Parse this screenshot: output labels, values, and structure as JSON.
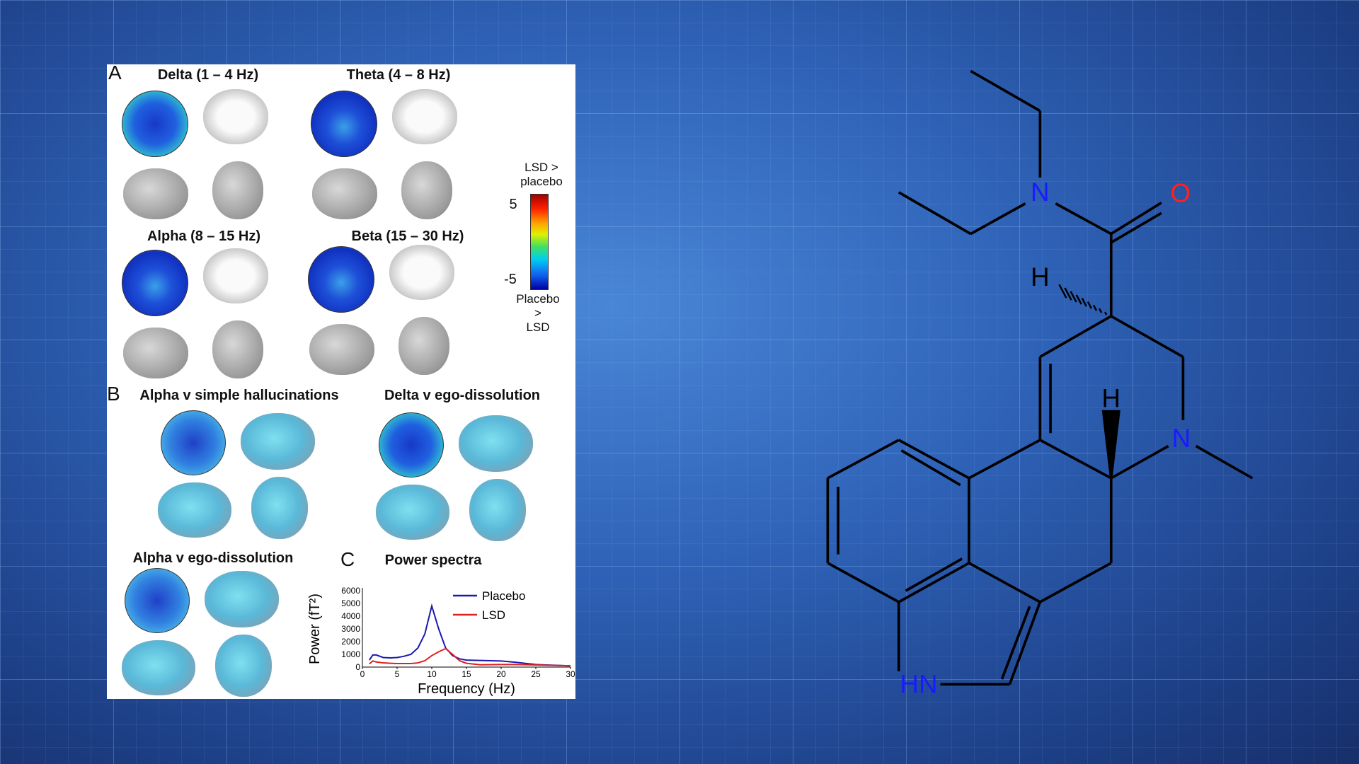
{
  "panel_a": {
    "letter": "A",
    "delta": "Delta (1 – 4 Hz)",
    "theta": "Theta (4 – 8 Hz)",
    "alpha": "Alpha (8 – 15 Hz)",
    "beta": "Beta (15 – 30 Hz)",
    "colorbar": {
      "top_label_1": "LSD >",
      "top_label_2": "placebo",
      "max": "5",
      "min": "-5",
      "bottom_label_1": "Placebo >",
      "bottom_label_2": "LSD",
      "colors": [
        "#a00000",
        "#ff2000",
        "#ffa000",
        "#e0f000",
        "#40e060",
        "#00d0f0",
        "#1060f0",
        "#0000a0"
      ]
    }
  },
  "panel_b": {
    "letter": "B",
    "alpha_simple": "Alpha v simple hallucinations",
    "delta_ego": "Delta v ego-dissolution",
    "alpha_ego": "Alpha v ego-dissolution"
  },
  "chart_data": {
    "type": "line",
    "title": "Power spectra",
    "panel_letter": "C",
    "xlabel": "Frequency (Hz)",
    "ylabel": "Power (fT²)",
    "xlim": [
      0,
      30
    ],
    "ylim": [
      0,
      6000
    ],
    "xticks": [
      0,
      5,
      10,
      15,
      20,
      25,
      30
    ],
    "yticks": [
      0,
      1000,
      2000,
      3000,
      4000,
      5000,
      6000
    ],
    "legend": "top-right",
    "x": [
      1,
      1.5,
      2,
      3,
      4,
      5,
      6,
      7,
      8,
      9,
      10,
      11,
      12,
      13,
      14,
      15,
      17,
      20,
      22,
      25,
      30
    ],
    "series": [
      {
        "name": "Placebo",
        "color": "#1a1ab0",
        "values": [
          550,
          950,
          950,
          750,
          720,
          750,
          850,
          1000,
          1500,
          2600,
          4800,
          3000,
          1500,
          900,
          650,
          550,
          520,
          480,
          380,
          200,
          100
        ]
      },
      {
        "name": "LSD",
        "color": "#e02020",
        "values": [
          250,
          480,
          400,
          330,
          300,
          280,
          280,
          280,
          330,
          500,
          900,
          1200,
          1450,
          1000,
          500,
          300,
          180,
          200,
          200,
          170,
          100
        ]
      }
    ]
  },
  "molecule": {
    "atoms": {
      "n_amide": "N",
      "o": "O",
      "h_top": "H",
      "h_mid": "H",
      "n_ring": "N",
      "hn": "HN"
    },
    "colors": {
      "bond": "#000000",
      "nitrogen": "#1a1aff",
      "oxygen": "#ff2020"
    }
  }
}
